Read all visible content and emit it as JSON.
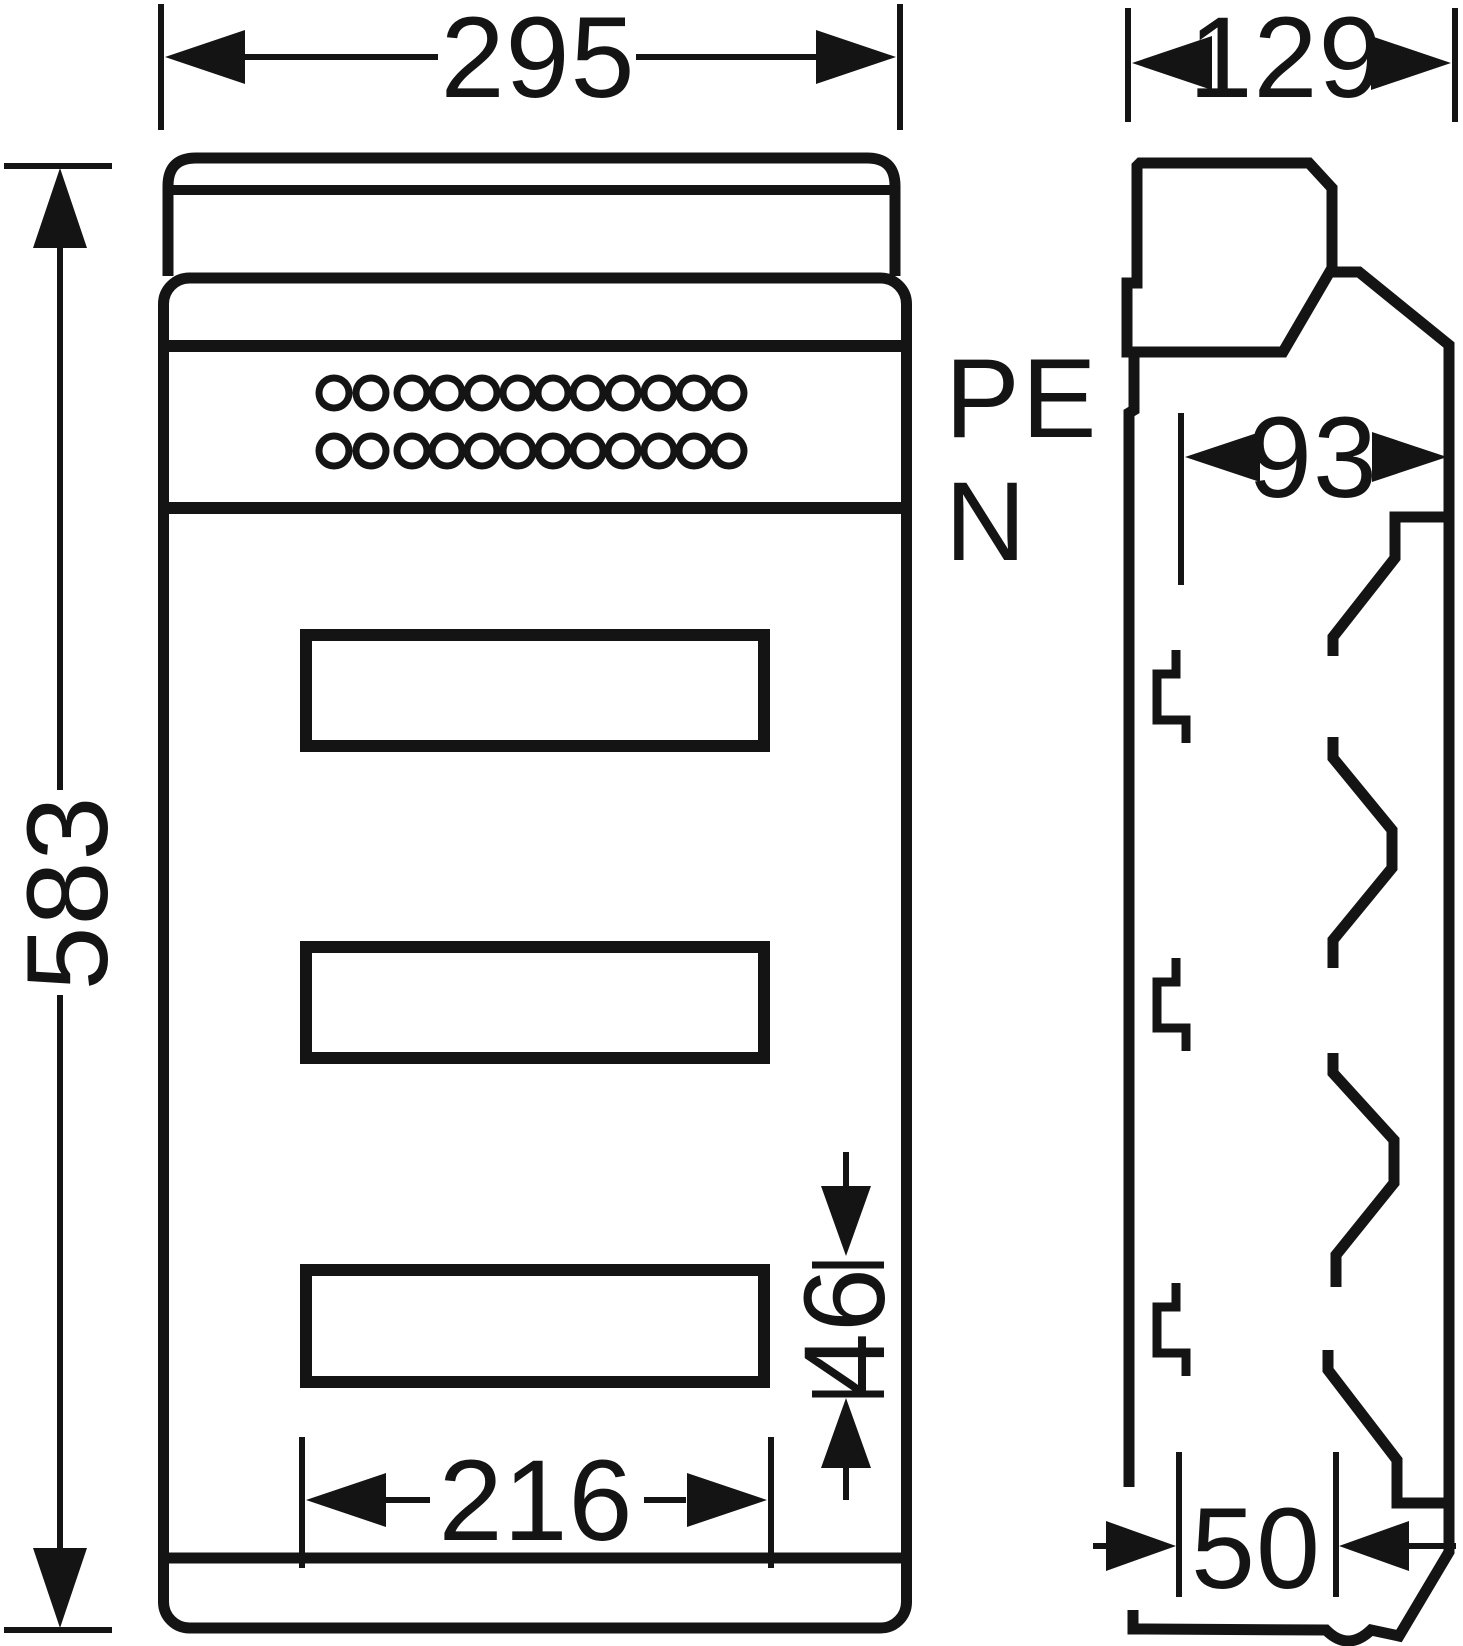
{
  "drawing": {
    "type": "technical-dimension-drawing",
    "background": "#ffffff",
    "ink": "#141414",
    "views": {
      "front": "front-view-enclosure",
      "side": "side-profile-enclosure"
    },
    "labels": {
      "pe": "PE",
      "n": "N"
    },
    "dimensions": {
      "overall_width": "295",
      "overall_depth": "129",
      "overall_height": "583",
      "upper_depth": "93",
      "cutout_height": "46",
      "cutout_width": "216",
      "bottom_depth": "50"
    },
    "features": {
      "terminal_holes_per_row": 12,
      "terminal_rows": 2,
      "module_cutouts": 3
    }
  }
}
